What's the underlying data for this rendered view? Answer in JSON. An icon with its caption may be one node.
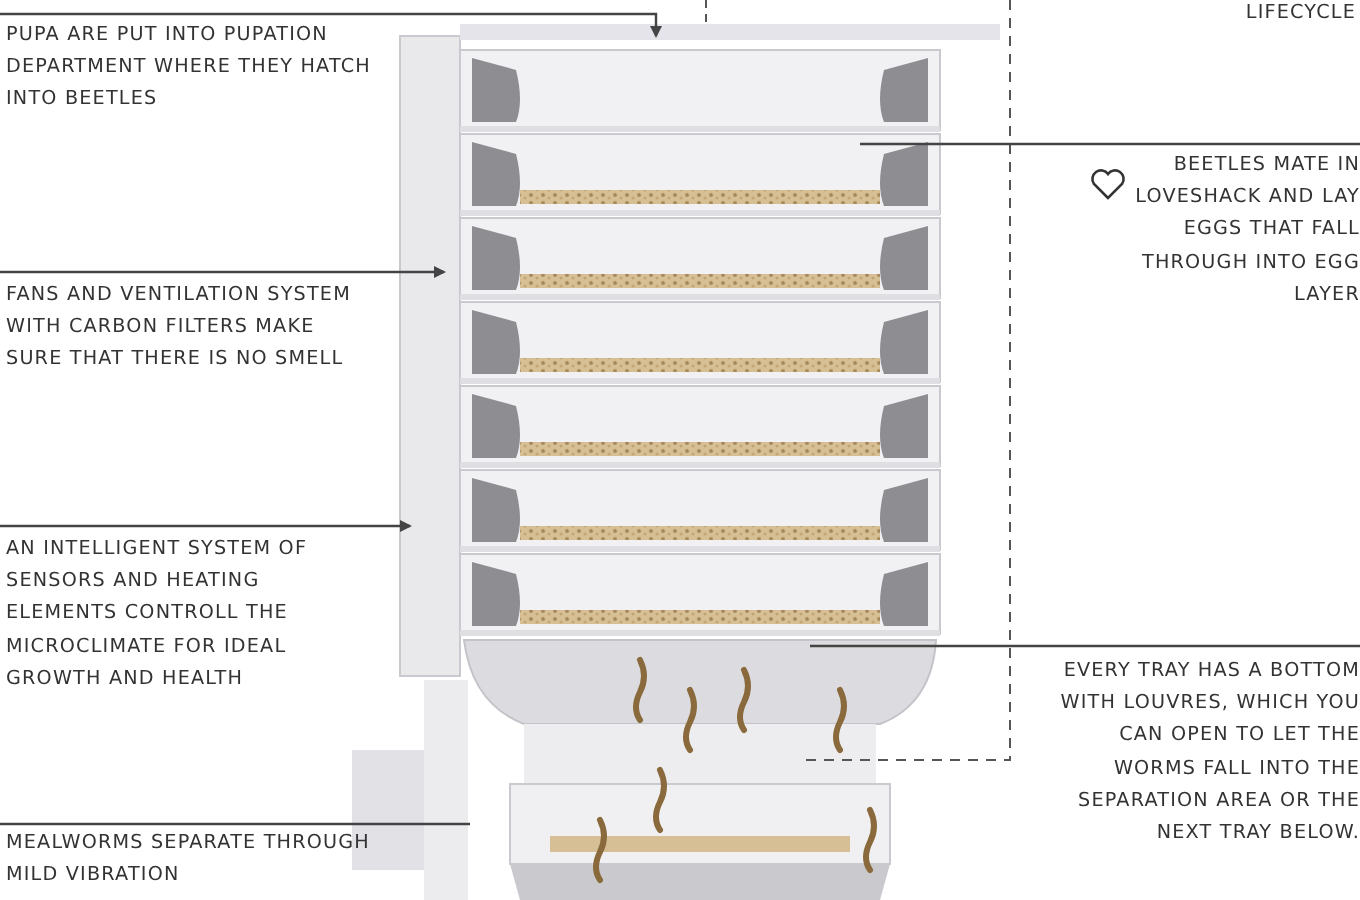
{
  "diagram": {
    "nodes": [
      {
        "text": [
          "PUPA ARE PUT INTO PUPATION DEPARTMENT WHERE THEY HATCH INTO BEETLES"
        ]
      },
      {
        "text": [
          "FANS AND VENTILATION SYSTEM WITH CARBON FILTERS MAKE SURE THAT THERE IS NO SMELL"
        ]
      },
      {
        "text": [
          "AN INTELLIGENT SYSTEM OF SENSORS AND HEATING ELEMENTS CONTROLL THE MICROCLIMATE FOR IDEAL GROWTH AND HEALTH"
        ]
      },
      {
        "text": [
          "MEALWORMS SEPARATE THROUGH MILD VIBRATION"
        ]
      },
      {
        "text": [
          "BEETLES MATE IN LOVESHACK AND LAY EGGS THAT FALL THROUGH INTO EGG LAYER"
        ]
      },
      {
        "text": [
          "EVERY TRAY HAS A BOTTOM WITH LOUVRES, WHICH YOU CAN OPEN TO LET THE WORMS FALL INTO THE SEPARATION AREA OR THE NEXT TRAY BELOW."
        ]
      }
    ],
    "edges": [
      {
        "from": 0,
        "to": null,
        "arrow": "to"
      },
      {
        "from": 1,
        "to": null,
        "arrow": "to"
      },
      {
        "from": 2,
        "to": null,
        "arrow": "to"
      },
      {
        "from": 3,
        "to": null,
        "arrow": "none"
      },
      {
        "from": 4,
        "to": null,
        "arrow": "none"
      },
      {
        "from": 5,
        "to": null,
        "arrow": "none"
      }
    ],
    "labels": [
      "LIFECYCLE"
    ]
  }
}
